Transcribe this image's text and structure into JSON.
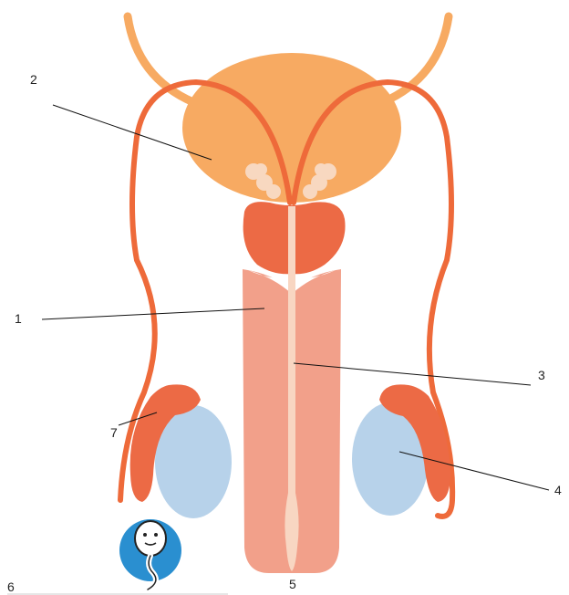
{
  "labels": {
    "l1": "1",
    "l2": "2",
    "l3": "3",
    "l4": "4",
    "l5": "5",
    "l6": "6",
    "l7": "7"
  },
  "colors": {
    "bladder": "#f7aa62",
    "ureter": "#f7aa62",
    "vas_deferens": "#ee6a3a",
    "prostate": "#ec6a45",
    "seminal_vesicle": "#f8d8c0",
    "penis": "#f2a08a",
    "urethra": "#f8d6c2",
    "testis": "#b7d2ea",
    "epididymis": "#ec6a45",
    "sperm_badge": "#2a8fd0",
    "leader_line": "#111111"
  }
}
